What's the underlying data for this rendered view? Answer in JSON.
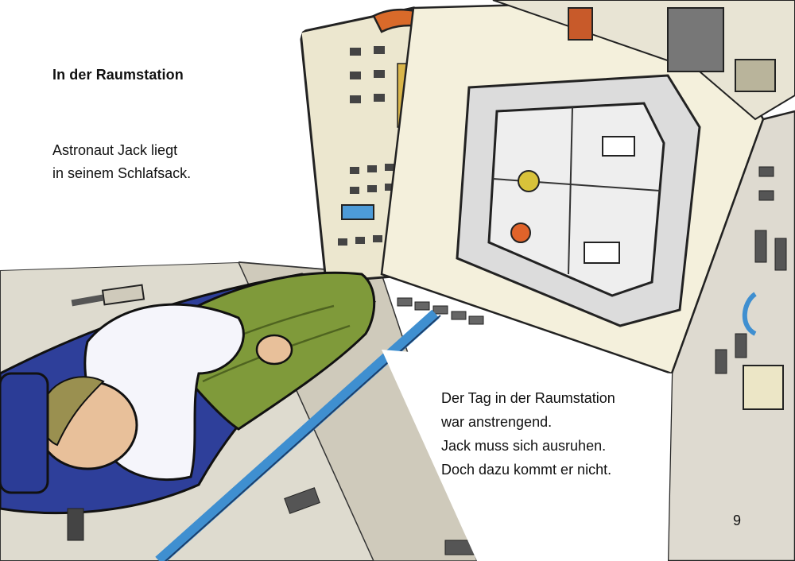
{
  "story": {
    "title": "In der Raumstation",
    "intro_lines": [
      "Astronaut Jack liegt",
      "in seinem Schlafsack."
    ],
    "body_lines": [
      "Der Tag in der Raumstation",
      "war anstrengend.",
      "Jack muss sich ausruhen.",
      "Doch dazu kommt er nicht."
    ],
    "page_number": "9"
  },
  "colors": {
    "sleeping_bag_green": "#7f9a3a",
    "sleeping_bag_blue": "#2e3f9a",
    "pipe_blue": "#3f8fd0",
    "panel_cream": "#efe9c8",
    "hose_orange": "#d96a2a"
  }
}
